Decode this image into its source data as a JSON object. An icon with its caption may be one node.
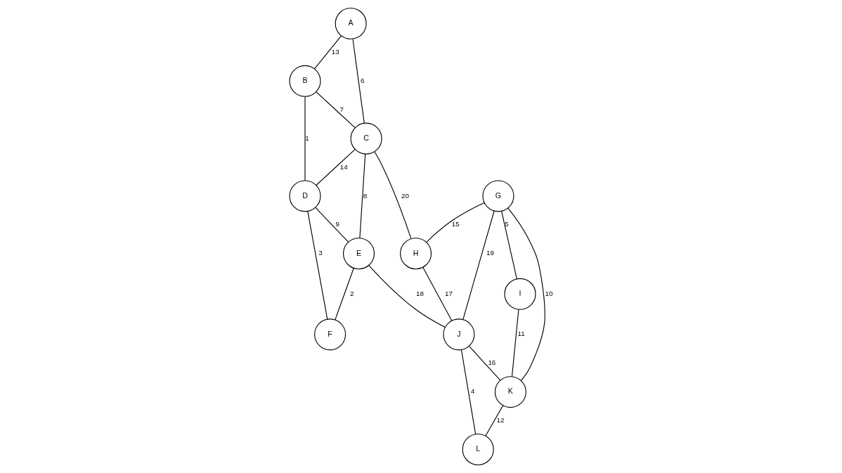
{
  "diagram": {
    "nodes": [
      {
        "text": [
          "A"
        ]
      },
      {
        "text": [
          "B"
        ]
      },
      {
        "text": [
          "C"
        ]
      },
      {
        "text": [
          "D"
        ]
      },
      {
        "text": [
          "E"
        ]
      },
      {
        "text": [
          "F"
        ]
      },
      {
        "text": [
          "G"
        ]
      },
      {
        "text": [
          "H"
        ]
      },
      {
        "text": [
          "I"
        ]
      },
      {
        "text": [
          "J"
        ]
      },
      {
        "text": [
          "K"
        ]
      },
      {
        "text": [
          "L"
        ]
      }
    ],
    "edges": [
      {
        "from": 0,
        "to": 1,
        "arrow": "none",
        "label": "13"
      },
      {
        "from": 0,
        "to": 2,
        "arrow": "none",
        "label": "6"
      },
      {
        "from": 1,
        "to": 2,
        "arrow": "none",
        "label": "7"
      },
      {
        "from": 1,
        "to": 3,
        "arrow": "none",
        "label": "1"
      },
      {
        "from": 2,
        "to": 3,
        "arrow": "none",
        "label": "14"
      },
      {
        "from": 2,
        "to": 4,
        "arrow": "none",
        "label": "8"
      },
      {
        "from": 2,
        "to": 7,
        "arrow": "none",
        "label": "20"
      },
      {
        "from": 3,
        "to": 4,
        "arrow": "none",
        "label": "9"
      },
      {
        "from": 3,
        "to": 5,
        "arrow": "none",
        "label": "3"
      },
      {
        "from": 4,
        "to": 5,
        "arrow": "none",
        "label": "2"
      },
      {
        "from": 4,
        "to": 9,
        "arrow": "none",
        "label": "18"
      },
      {
        "from": 6,
        "to": 7,
        "arrow": "none",
        "label": "15"
      },
      {
        "from": 6,
        "to": 8,
        "arrow": "none",
        "label": "5"
      },
      {
        "from": 6,
        "to": 9,
        "arrow": "none",
        "label": "19"
      },
      {
        "from": 6,
        "to": 10,
        "arrow": "none",
        "label": "10"
      },
      {
        "from": 7,
        "to": 9,
        "arrow": "none",
        "label": "17"
      },
      {
        "from": 8,
        "to": 10,
        "arrow": "none",
        "label": "11"
      },
      {
        "from": 9,
        "to": 10,
        "arrow": "none",
        "label": "16"
      },
      {
        "from": 9,
        "to": 11,
        "arrow": "none",
        "label": "4"
      },
      {
        "from": 10,
        "to": 11,
        "arrow": "none",
        "label": "12"
      }
    ]
  }
}
